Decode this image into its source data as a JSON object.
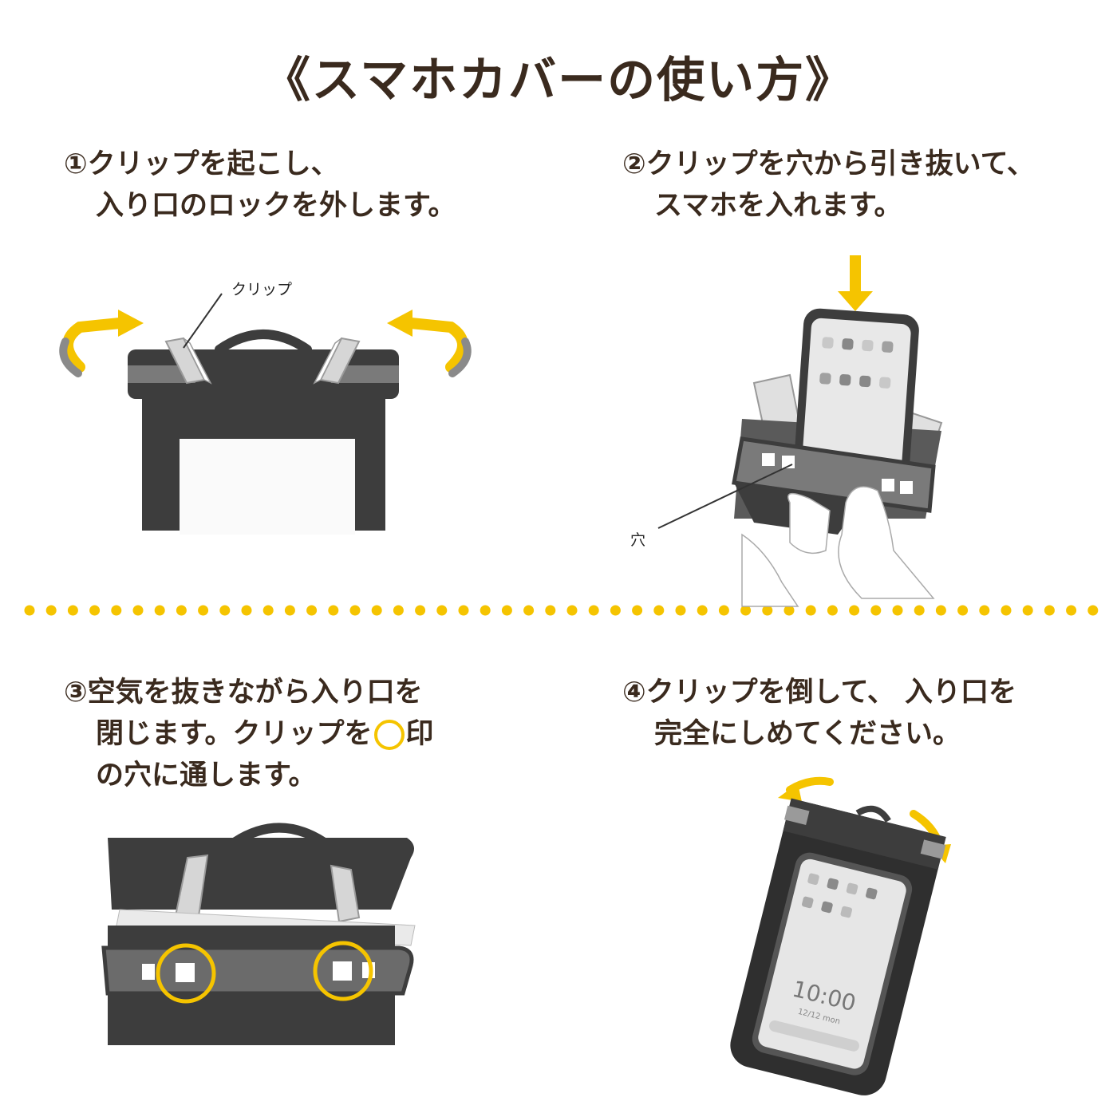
{
  "title": "《スマホカバーの使い方》",
  "steps": [
    {
      "lines": [
        "①クリップを起こし、",
        "入り口のロックを外します。"
      ]
    },
    {
      "lines": [
        "②クリップを穴から引き抜いて、",
        "スマホを入れます。"
      ]
    },
    {
      "line1": "③空気を抜きながら入り口を",
      "line2_before": "閉じます。クリップを",
      "line2_after": "印",
      "line3": "の穴に通します。"
    },
    {
      "lines": [
        "④クリップを倒して、 入り口を",
        "完全にしめてください。"
      ]
    }
  ],
  "labels": {
    "clip": "クリップ",
    "hole": "穴"
  },
  "phone": {
    "time": "10:00",
    "date": "12/12 mon"
  },
  "colors": {
    "accent": "#f5c400",
    "text": "#3a2a1e",
    "dark": "#3d3d3d",
    "mid": "#6b6b6b"
  }
}
